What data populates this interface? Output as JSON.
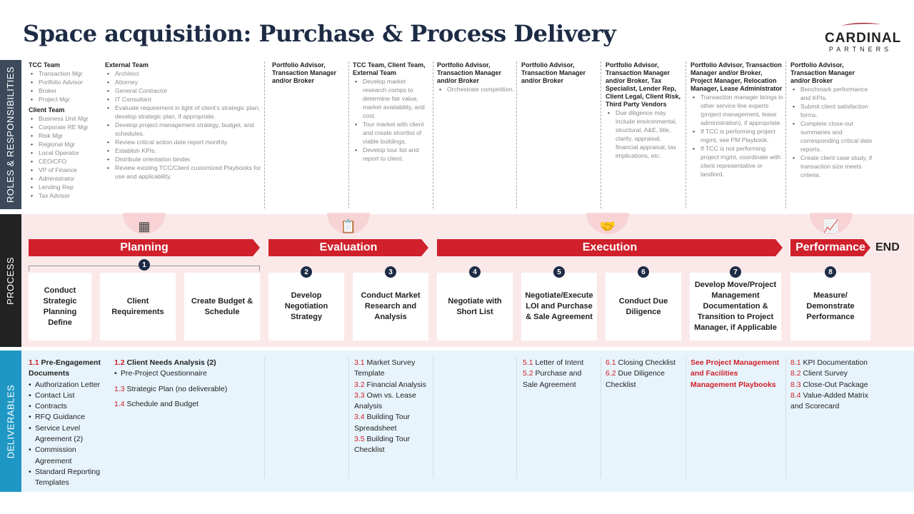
{
  "title": "Space acquisition: Purchase & Process Delivery",
  "logo": {
    "name": "CARDINAL",
    "sub": "PARTNERS"
  },
  "bands": {
    "roles": "ROLES & RESPONSIBILITIES",
    "process": "PROCESS",
    "deliverables": "DELIVERABLES"
  },
  "roles": [
    {
      "groups": [
        {
          "title": "TCC Team",
          "items": [
            "Transaction Mgr",
            "Portfolio Advisor",
            "Broker",
            "Project Mgr"
          ]
        },
        {
          "title": "Client Team",
          "items": [
            "Business Unit Mgr",
            "Corporate RE Mgr",
            "Risk Mgr",
            "Regional Mgr",
            "Local Operator",
            "CEO/CFO",
            "VP of Finance",
            "Administrator",
            "Lending Rep",
            "Tax Advisor"
          ]
        }
      ]
    },
    {
      "groups": [
        {
          "title": "External Team",
          "items": [
            "Architect",
            "Attorney",
            "General Contractor",
            "IT Consultant",
            "Evaluate requirement in light of client's strategic plan; develop strategic plan, if appropriate.",
            "Develop project management strategy, budget, and schedules.",
            "Review critical action date report monthly.",
            "Establish KPIs.",
            "Distribute orientation binder.",
            "Review existing TCC/Client customized Playbooks for use and applicability."
          ]
        }
      ]
    },
    {
      "groups": [
        {
          "title": "Portfolio Advisor, Transaction Manager and/or Broker",
          "items": []
        }
      ]
    },
    {
      "groups": [
        {
          "title": "TCC Team, Client Team, External Team",
          "items": [
            "Develop market research comps to determine fair value, market availability, and cost.",
            "Tour market with client and create shortlist of viable buildings.",
            "Develop tour list and report to client."
          ]
        }
      ]
    },
    {
      "groups": [
        {
          "title": "Portfolio Advisor, Transaction Manager and/or Broker",
          "items": [
            "Orchestrate competition."
          ]
        }
      ]
    },
    {
      "groups": [
        {
          "title": "Portfolio Advisor, Transaction Manager and/or Broker",
          "items": []
        }
      ]
    },
    {
      "groups": [
        {
          "title": "Portfolio Advisor, Transaction Manager and/or Broker, Tax Specialist, Lender Rep, Client Legal, Client Risk, Third Party Vendors",
          "items": [
            "Due diligence may include environmental, structural, A&E, title, clarity, appraisal, financial appraisal, tax implications, etc."
          ]
        }
      ]
    },
    {
      "groups": [
        {
          "title": "Portfolio Advisor, Transaction Manager and/or Broker, Project Manager, Relocation Manager, Lease Administrator",
          "items": [
            "Transaction manager brings in other service line experts (project management, lease administration), if appropriate.",
            "If TCC is performing project mgmt, see PM Playbook.",
            "If TCC is not performing project mgmt, coordinate with client representative or landlord."
          ]
        }
      ]
    },
    {
      "groups": [
        {
          "title": "Portfolio Advisor, Transaction Manager and/or Broker",
          "items": [
            "Benchmark performance and KPIs.",
            "Submit client satisfaction forms.",
            "Complete close-out summaries and corresponding critical date reports.",
            "Create client case study, if transaction size meets criteria."
          ]
        }
      ]
    }
  ],
  "phases": [
    {
      "label": "Planning",
      "icon": "calendar-icon"
    },
    {
      "label": "Evaluation",
      "icon": "clipboard-pen-icon"
    },
    {
      "label": "Execution",
      "icon": "handshake-icon"
    },
    {
      "label": "Performance",
      "icon": "bar-chart-growth-icon"
    }
  ],
  "end_label": "END",
  "steps": [
    {
      "num": "1",
      "label": "Conduct Strategic Planning Define"
    },
    {
      "num": "",
      "label": "Client Requirements"
    },
    {
      "num": "",
      "label": "Create Budget & Schedule"
    },
    {
      "num": "2",
      "label": "Develop Negotiation Strategy"
    },
    {
      "num": "3",
      "label": "Conduct Market Research and Analysis"
    },
    {
      "num": "4",
      "label": "Negotiate with Short List"
    },
    {
      "num": "5",
      "label": "Negotiate/Execute LOI and Purchase & Sale Agreement"
    },
    {
      "num": "6",
      "label": "Conduct Due Diligence"
    },
    {
      "num": "7",
      "label": "Develop Move/Project Management Documentation & Transition to Project Manager, if Applicable"
    },
    {
      "num": "8",
      "label": "Measure/ Demonstrate Performance"
    }
  ],
  "deliverables": [
    {
      "entries": [
        {
          "code": "1.1",
          "text": "Pre-Engagement Documents",
          "bold": true
        },
        {
          "bullet": "Authorization Letter"
        },
        {
          "bullet": "Contact List"
        },
        {
          "bullet": "Contracts"
        },
        {
          "bullet": "RFQ Guidance"
        },
        {
          "bullet": "Service Level Agreement (2)"
        },
        {
          "bullet": "Commission Agreement"
        },
        {
          "bullet": "Standard Reporting Templates"
        }
      ]
    },
    {
      "entries": [
        {
          "code": "1.2",
          "text": "Client Needs Analysis (2)",
          "bold": true
        },
        {
          "bullet": "Pre-Project Questionnaire"
        },
        {
          "code": "1.3",
          "text": "Strategic Plan  (no deliverable)"
        },
        {
          "code": "1.4",
          "text": "Schedule and Budget"
        }
      ]
    },
    {
      "entries": []
    },
    {
      "entries": [
        {
          "code": "3.1",
          "text": "Market Survey Template"
        },
        {
          "code": "3.2",
          "text": "Financial Analysis"
        },
        {
          "code": "3.3",
          "text": "Own vs. Lease Analysis"
        },
        {
          "code": "3.4",
          "text": "Building Tour Spreadsheet"
        },
        {
          "code": "3.5",
          "text": "Building Tour Checklist"
        }
      ]
    },
    {
      "entries": []
    },
    {
      "entries": [
        {
          "code": "5.1",
          "text": "Letter of Intent"
        },
        {
          "code": "5.2",
          "text": "Purchase and Sale Agreement"
        }
      ]
    },
    {
      "entries": [
        {
          "code": "6.1",
          "text": "Closing Checklist"
        },
        {
          "code": "6.2",
          "text": "Due Diligence Checklist"
        }
      ]
    },
    {
      "entries": [
        {
          "code": "See Project Management and Facilities Management Playbooks",
          "text": ""
        }
      ]
    },
    {
      "entries": [
        {
          "code": "8.1",
          "text": "KPI Documentation"
        },
        {
          "code": "8.2",
          "text": "Client Survey"
        },
        {
          "code": "8.3",
          "text": "Close-Out Package"
        },
        {
          "code": "8.4",
          "text": "Value-Added Matrix and Scorecard"
        }
      ]
    }
  ],
  "colors": {
    "red": "#d0202b",
    "navy": "#1d2b45",
    "roles_band": "#3c4a5c",
    "process_band": "#222222",
    "deliv_band": "#1f97c4"
  }
}
